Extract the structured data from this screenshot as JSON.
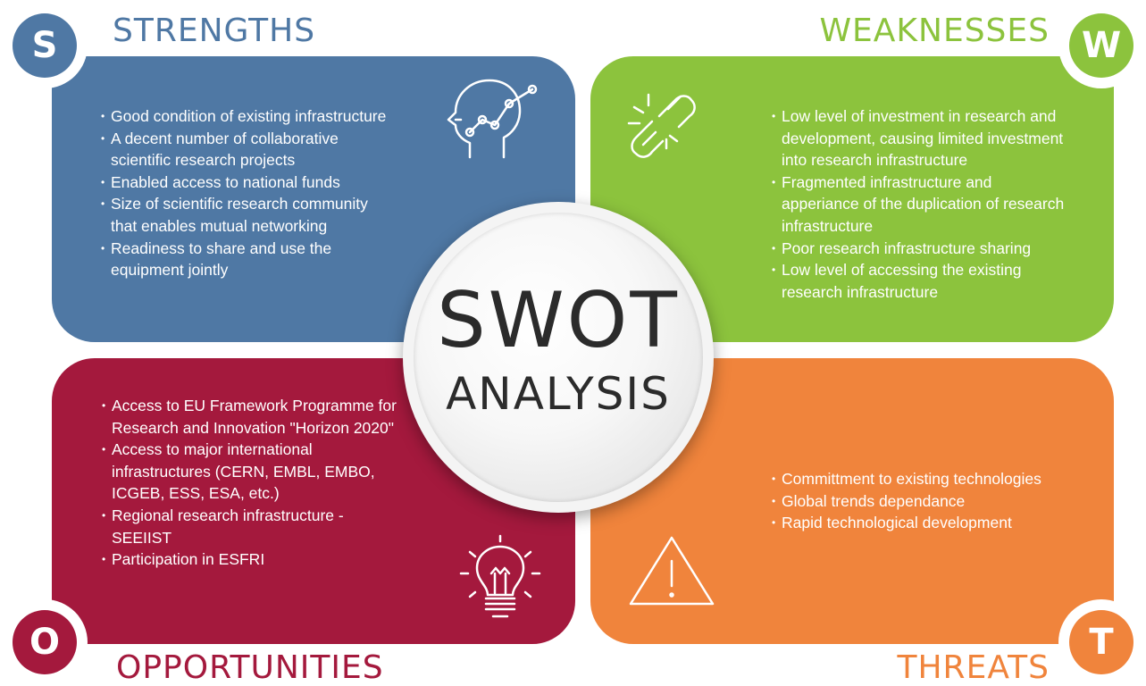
{
  "strengths": {
    "letter": "S",
    "title": "STRENGTHS",
    "color": "#4f78a4",
    "icon": "head-growth-chart-icon",
    "items": [
      "Good condition of existing infrastructure",
      "A decent number of collaborative scientific research projects",
      "Enabled access to national funds",
      "Size of scientific research community that enables  mutual networking",
      "Readiness to share and use the equipment jointly"
    ]
  },
  "weaknesses": {
    "letter": "W",
    "title": "WEAKNESSES",
    "color": "#8cc33d",
    "icon": "broken-chain-icon",
    "items": [
      "Low level of investment in research and development, causing limited investment into research infrastructure",
      "Fragmented infrastructure and apperiance of the duplication of research infrastructure",
      "Poor research infrastructure sharing",
      "Low level of accessing the existing research infrastructure"
    ]
  },
  "opportunities": {
    "letter": "O",
    "title": "OPPORTUNITIES",
    "color": "#a4193d",
    "icon": "lightbulb-icon",
    "items": [
      "Access to EU Framework Programme for Research and Innovation \"Horizon 2020\"",
      "Access to major international infrastructures (CERN, EMBL, EMBO, ICGEB, ESS, ESA, etc.)",
      "Regional research infrastructure - SEEIIST",
      "Participation in ESFRI"
    ]
  },
  "threats": {
    "letter": "T",
    "title": "THREATS",
    "color": "#f0843c",
    "icon": "warning-triangle-icon",
    "items": [
      "Committment to existing technologies",
      "Global trends dependance",
      "Rapid technological development"
    ]
  },
  "center": {
    "title": "SWOT",
    "subtitle": "ANALYSIS"
  }
}
